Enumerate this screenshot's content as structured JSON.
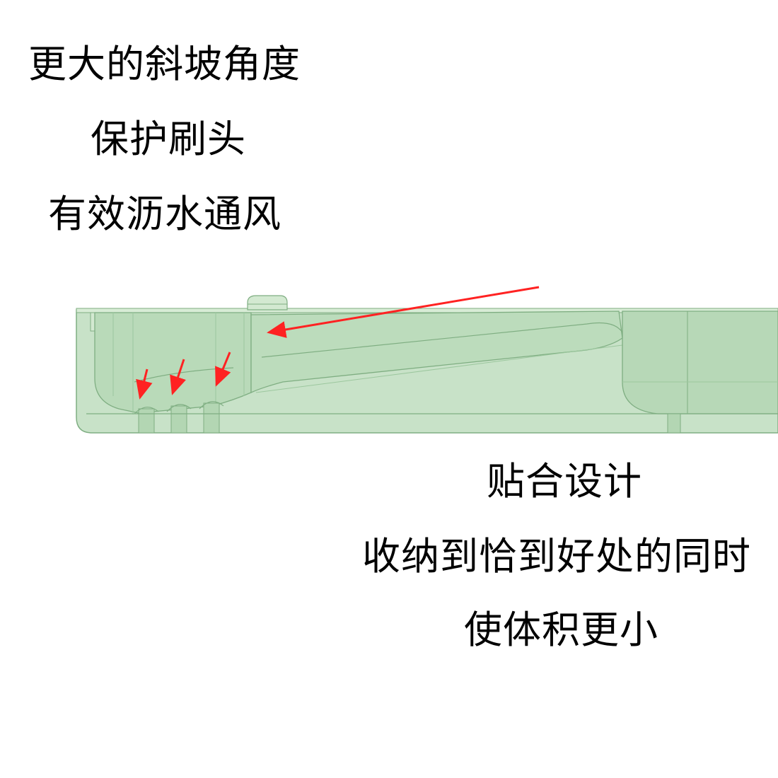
{
  "captions": {
    "top": [
      "更大的斜坡角度",
      "保护刷头",
      "有效沥水通风"
    ],
    "bottom": [
      "贴合设计",
      "收纳到恰到好处的同时",
      "使体积更小"
    ]
  },
  "colors": {
    "body_fill": "#c8e2c8",
    "body_light": "#d8ecd6",
    "body_dark": "#aed2ae",
    "edge_line": "#7fae82",
    "arrow": "#ff2222",
    "text": "#000000"
  },
  "icons": {
    "arrows": "red-pointer-arrows"
  }
}
